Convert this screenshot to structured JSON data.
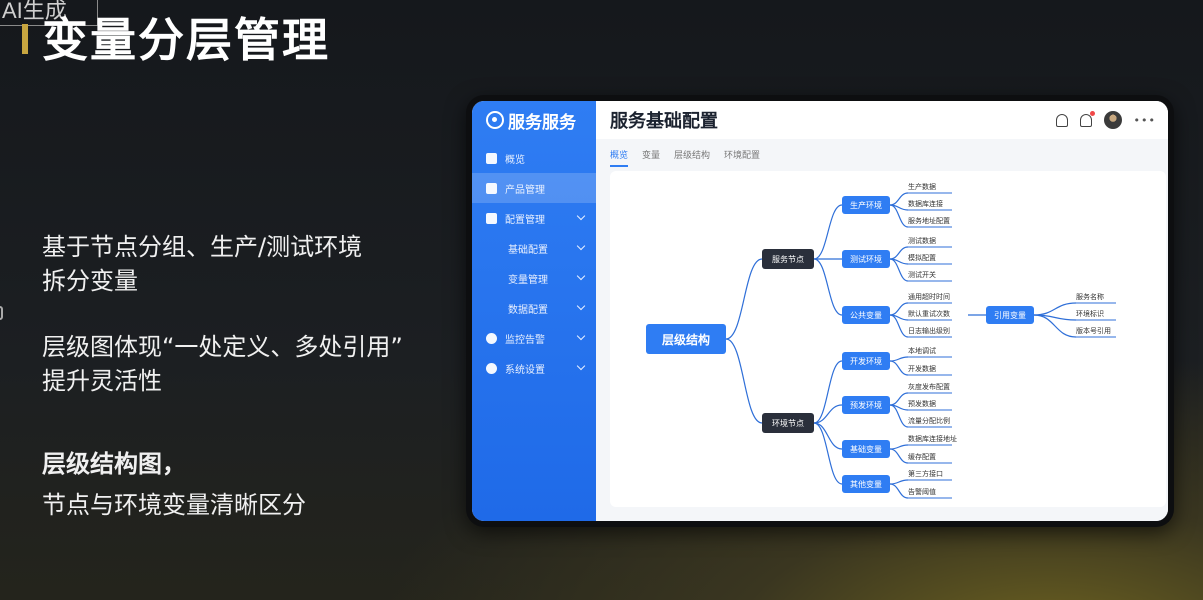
{
  "badge": "AI生成",
  "slide": {
    "title": "变量分层管理",
    "points": [
      {
        "text": [
          "基于节点分组、生产/测试环境",
          "拆分变量"
        ]
      },
      {
        "text": [
          "层级图体现“一处定义、多处引用”",
          "提升灵活性"
        ]
      }
    ],
    "bold_line": "层级结构图，",
    "last_line": "节点与环境变量清晰区分"
  },
  "app": {
    "brand": "服务服务",
    "page_title": "服务基础配置",
    "nav": [
      {
        "label": "概览",
        "icon": "home-icon",
        "active": false,
        "sub": false,
        "chevron": false
      },
      {
        "label": "产品管理",
        "icon": "home-icon",
        "active": true,
        "sub": false,
        "chevron": false
      },
      {
        "label": "配置管理",
        "icon": "calendar-icon",
        "active": false,
        "sub": false,
        "chevron": true
      },
      {
        "label": "基础配置",
        "icon": "",
        "active": false,
        "sub": true,
        "chevron": true
      },
      {
        "label": "变量管理",
        "icon": "",
        "active": false,
        "sub": true,
        "chevron": true
      },
      {
        "label": "数据配置",
        "icon": "",
        "active": false,
        "sub": true,
        "chevron": true
      },
      {
        "label": "监控告警",
        "icon": "chat-icon",
        "active": false,
        "sub": false,
        "chevron": true
      },
      {
        "label": "系统设置",
        "icon": "gear-icon",
        "active": false,
        "sub": false,
        "chevron": true
      }
    ],
    "tabs": [
      "概览",
      "变量",
      "层级结构",
      "环境配置"
    ],
    "active_tab": 0
  },
  "mindmap": {
    "root": "层级结构",
    "groups": [
      {
        "label": "服务节点",
        "children": [
          {
            "label": "生产环境",
            "leaves": [
              "生产数据",
              "数据库连接",
              "服务地址配置"
            ]
          },
          {
            "label": "测试环境",
            "leaves": [
              "测试数据",
              "模拟配置",
              "测试开关"
            ]
          },
          {
            "label": "公共变量",
            "leaves": [
              "通用超时时间",
              "默认重试次数",
              "日志输出级别"
            ],
            "extra": {
              "label": "引用变量",
              "leaves": [
                "服务名称",
                "环境标识",
                "版本号引用"
              ]
            }
          }
        ]
      },
      {
        "label": "环境节点",
        "children": [
          {
            "label": "开发环境",
            "leaves": [
              "本地调试",
              "开发数据"
            ]
          },
          {
            "label": "预发环境",
            "leaves": [
              "灰度发布配置",
              "预发数据",
              "流量分配比例"
            ]
          },
          {
            "label": "基础变量",
            "leaves": [
              "数据库连接地址",
              "缓存配置"
            ]
          },
          {
            "label": "其他变量",
            "leaves": [
              "第三方接口",
              "告警阈值"
            ]
          }
        ]
      }
    ]
  }
}
